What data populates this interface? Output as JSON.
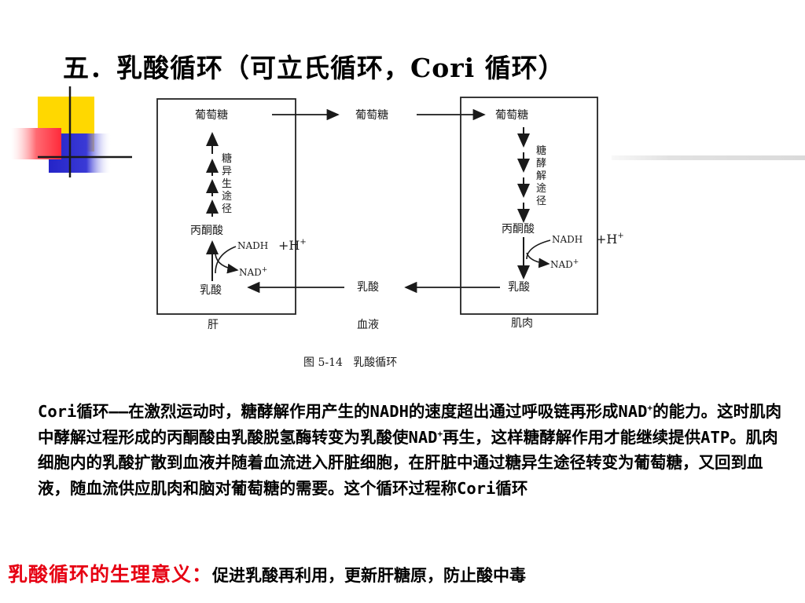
{
  "slide": {
    "title": "五．乳酸循环（可立氏循环，Cori  循环）"
  },
  "diagram": {
    "liver": {
      "glucose": "葡萄糖",
      "pathway": [
        "糖",
        "异",
        "生",
        "途",
        "径"
      ],
      "pyruvate": "丙酮酸",
      "nadh": "NADH",
      "h_plus": "+H",
      "h_sup": "+",
      "nad": "NAD",
      "nad_sup": "+",
      "lactate": "乳酸",
      "label": "肝"
    },
    "blood": {
      "glucose": "葡萄糖",
      "lactate": "乳酸",
      "label": "血液"
    },
    "muscle": {
      "glucose": "葡萄糖",
      "pathway": [
        "糖",
        "酵",
        "解",
        "途",
        "径"
      ],
      "pyruvate": "丙酮酸",
      "nadh": "NADH",
      "h_plus": "+H",
      "h_sup": "+",
      "nad": "NAD",
      "nad_sup": "+",
      "lactate": "乳酸",
      "label": "肌肉"
    },
    "caption": "图 5-14   乳酸循环"
  },
  "paragraph": {
    "s1": "Cori循环——在激烈运动时，糖酵解作用产生的NADH的速度超出通过呼吸链再形成NAD",
    "sup1": "+",
    "s2": "的能力。这时肌肉中酵解过程形成的丙酮酸由乳酸脱氢酶转变为乳酸使NAD",
    "sup2": "+",
    "s3": "再生，这样糖酵解作用才能继续提供ATP。肌肉细胞内的乳酸扩散到血液并随着血流进入肝脏细胞，在肝脏中通过糖异生途径转变为葡萄糖，又回到血液，随血流供应肌肉和脑对葡萄糖的需要。这个循环过程称Cori循环"
  },
  "significance": {
    "heading": "乳酸循环的生理意义：",
    "text": "促进乳酸再利用，更新肝糖原，防止酸中毒"
  },
  "colors": {
    "decor_yellow": "#ffd800",
    "decor_blue": "#2b2bcf",
    "decor_red": "#ff3d4a",
    "significance_red": "#e60012"
  }
}
